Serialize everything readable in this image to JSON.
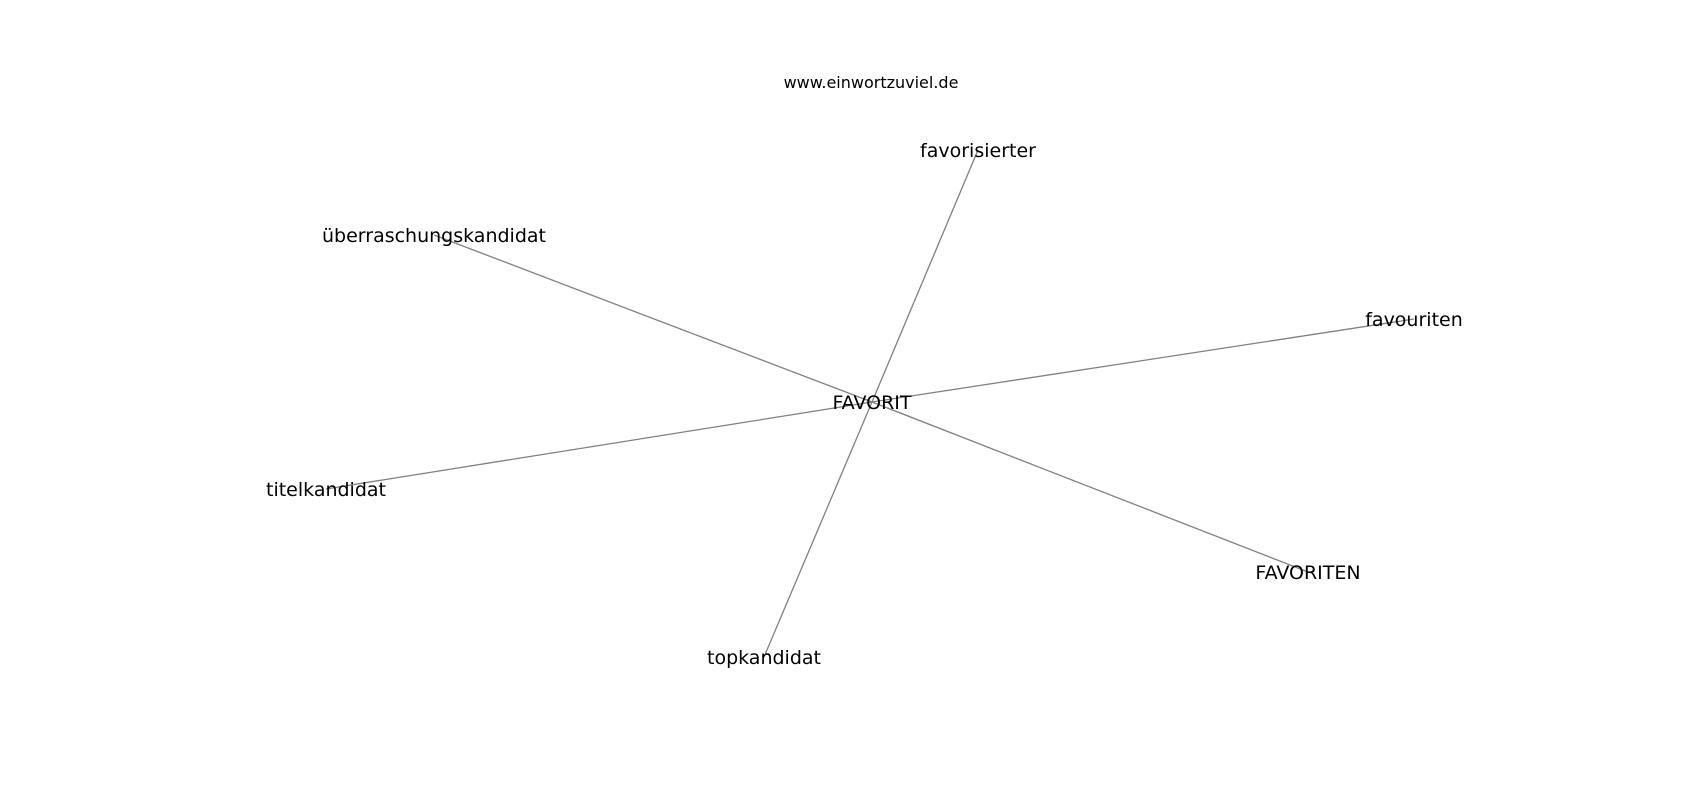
{
  "source_label": "www.einwortzuviel.de",
  "center": {
    "id": "center",
    "label": "FAVORIT"
  },
  "nodes": [
    {
      "id": "favorisierter",
      "label": "favorisierter"
    },
    {
      "id": "ueberraschungskandidat",
      "label": "überraschungskandidat"
    },
    {
      "id": "favouriten",
      "label": "favouriten"
    },
    {
      "id": "titelkandidat",
      "label": "titelkandidat"
    },
    {
      "id": "FAVORITEN",
      "label": "FAVORITEN"
    },
    {
      "id": "topkandidat",
      "label": "topkandidat"
    }
  ],
  "edges": [
    {
      "source": "center",
      "target": "favorisierter"
    },
    {
      "source": "center",
      "target": "ueberraschungskandidat"
    },
    {
      "source": "center",
      "target": "favouriten"
    },
    {
      "source": "center",
      "target": "titelkandidat"
    },
    {
      "source": "center",
      "target": "FAVORITEN"
    },
    {
      "source": "center",
      "target": "topkandidat"
    }
  ],
  "colors": {
    "edge": "#808080",
    "text": "#000000",
    "background": "#ffffff"
  }
}
